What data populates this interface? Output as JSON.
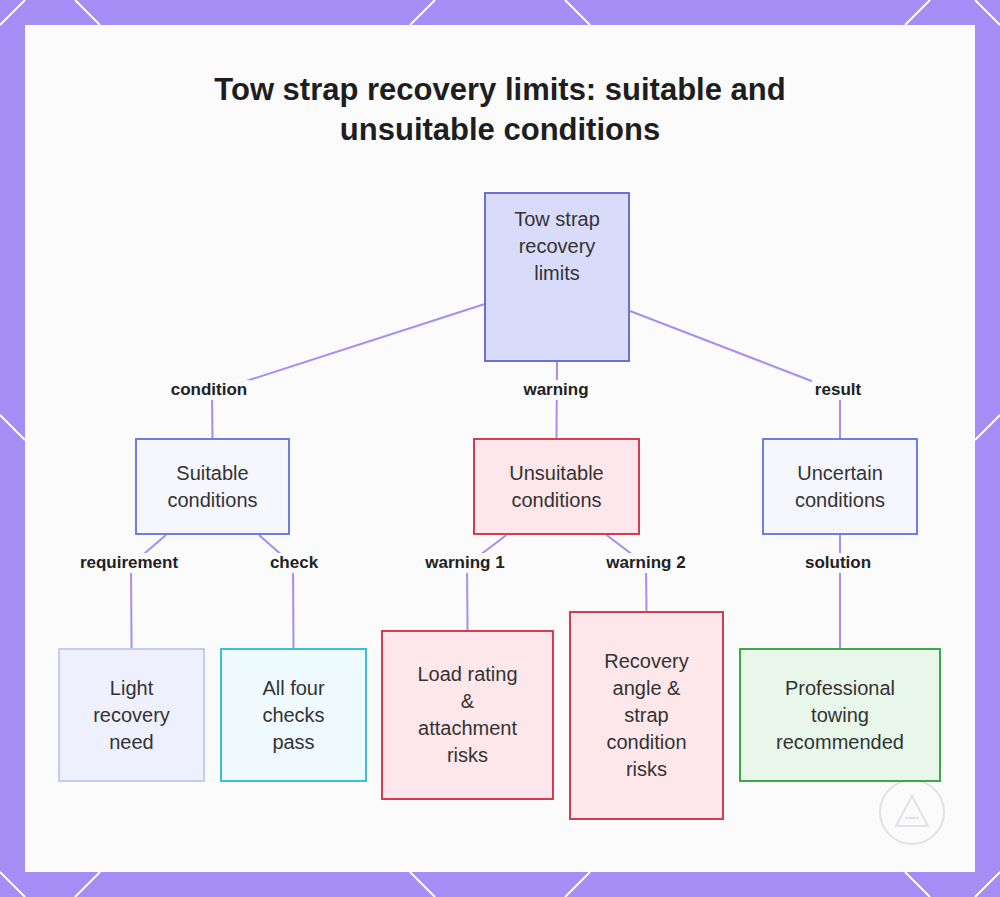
{
  "diagram": {
    "title": "Tow strap recovery limits: suitable and unsuitable conditions",
    "nodes": [
      {
        "text": [
          "Tow strap recovery limits"
        ]
      },
      {
        "text": [
          "Suitable conditions"
        ]
      },
      {
        "text": [
          "Unsuitable conditions"
        ]
      },
      {
        "text": [
          "Uncertain conditions"
        ]
      },
      {
        "text": [
          "Light recovery need"
        ]
      },
      {
        "text": [
          "All four checks pass"
        ]
      },
      {
        "text": [
          "Load rating & attachment risks"
        ]
      },
      {
        "text": [
          "Recovery angle & strap condition risks"
        ]
      },
      {
        "text": [
          "Professional towing recommended"
        ]
      }
    ],
    "edges": [
      {
        "from": 0,
        "to": 1,
        "label": "condition",
        "arrow": "none"
      },
      {
        "from": 0,
        "to": 2,
        "label": "warning",
        "arrow": "none"
      },
      {
        "from": 0,
        "to": 3,
        "label": "result",
        "arrow": "none"
      },
      {
        "from": 1,
        "to": 4,
        "label": "requirement",
        "arrow": "none"
      },
      {
        "from": 1,
        "to": 5,
        "label": "check",
        "arrow": "none"
      },
      {
        "from": 2,
        "to": 6,
        "label": "warning 1",
        "arrow": "none"
      },
      {
        "from": 2,
        "to": 7,
        "label": "warning 2",
        "arrow": "none"
      },
      {
        "from": 3,
        "to": 8,
        "label": "solution",
        "arrow": "none"
      }
    ]
  }
}
